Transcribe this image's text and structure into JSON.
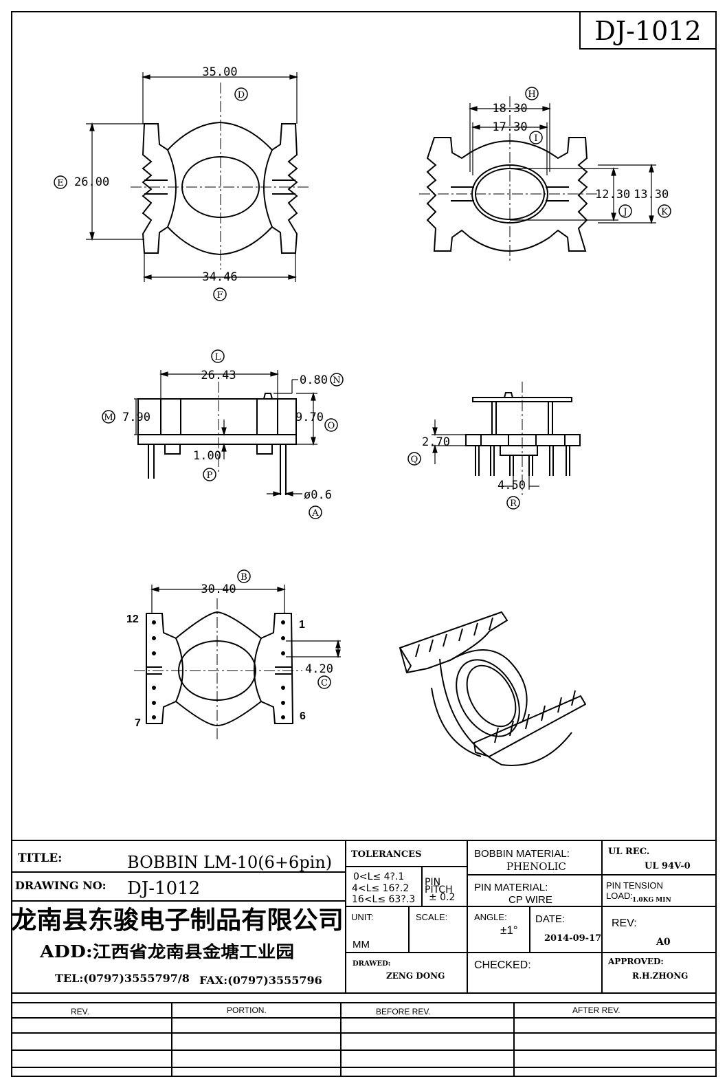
{
  "drawing_number_box": "DJ-1012",
  "views": {
    "top": {
      "dims": {
        "D": {
          "value": "35.00",
          "tag": "D"
        },
        "E": {
          "value": "26.00",
          "tag": "E"
        },
        "F": {
          "value": "34.46",
          "tag": "F"
        }
      }
    },
    "side_core": {
      "dims": {
        "H": {
          "value": "18.30",
          "tag": "H"
        },
        "I": {
          "value": "17.30",
          "tag": "I"
        },
        "J": {
          "value": "12.30",
          "tag": "J"
        },
        "K": {
          "value": "13.30",
          "tag": "K"
        }
      }
    },
    "front": {
      "dims": {
        "L": {
          "value": "26.43",
          "tag": "L"
        },
        "N": {
          "value": "0.80",
          "tag": "N"
        },
        "M": {
          "value": "7.90",
          "tag": "M"
        },
        "O": {
          "value": "9.70",
          "tag": "O"
        },
        "P": {
          "value": "1.00",
          "tag": "P"
        },
        "A": {
          "value": "ø0.6",
          "tag": "A"
        }
      }
    },
    "side": {
      "dims": {
        "Q": {
          "value": "2.70",
          "tag": "Q"
        },
        "R": {
          "value": "4.50",
          "tag": "R"
        }
      }
    },
    "bottom": {
      "dims": {
        "B": {
          "value": "30.40",
          "tag": "B"
        },
        "C": {
          "value": "4.20",
          "tag": "C"
        }
      },
      "pins": {
        "p12": "12",
        "p1": "1",
        "p7": "7",
        "p6": "6"
      }
    }
  },
  "title_block": {
    "title_label": "TITLE:",
    "title_value": "BOBBIN LM-10(6+6pin)",
    "drawing_no_label": "DRAWING NO:",
    "drawing_no_value": "DJ-1012",
    "company": "龙南县东骏电子制品有限公司",
    "address": "ADD:江西省龙南县金塘工业园",
    "tel": "TEL:(0797)3555797/8",
    "fax": "FAX:(0797)3555796",
    "tolerances_label": "TOLERANCES",
    "tol_1": "0<L≤ 4?.1",
    "tol_2": "4<L≤ 16?.2",
    "tol_3": "16<L≤ 63?.3",
    "pin_pitch_a": "PIN",
    "pin_pitch_b": "PITCH",
    "pin_pitch_c": "± 0.2",
    "bobbin_material_label": "BOBBIN MATERIAL:",
    "bobbin_material_value": "PHENOLIC",
    "pin_material_label": "PIN MATERIAL:",
    "pin_material_value": "CP WIRE",
    "ul_label": "UL REC.",
    "ul_value": "UL 94V-0",
    "pin_tension_label": "PIN TENSION",
    "load_label": "LOAD:",
    "load_value": "1.0KG MIN",
    "unit_label": "UNIT:",
    "unit_value": "MM",
    "scale_label": "SCALE:",
    "angle_label": "ANGLE:",
    "angle_value": "±1°",
    "date_label": "DATE:",
    "date_value": "2014-09-17",
    "rev_label": "REV:",
    "rev_value": "A0",
    "drawn_label": "DRAWED:",
    "drawn_value": "ZENG DONG",
    "checked_label": "CHECKED:",
    "approved_label": "APPROVED:",
    "approved_value": "R.H.ZHONG"
  },
  "revision_table": {
    "headers": [
      "REV.",
      "PORTION.",
      "BEFORE REV.",
      "AFTER REV."
    ]
  }
}
